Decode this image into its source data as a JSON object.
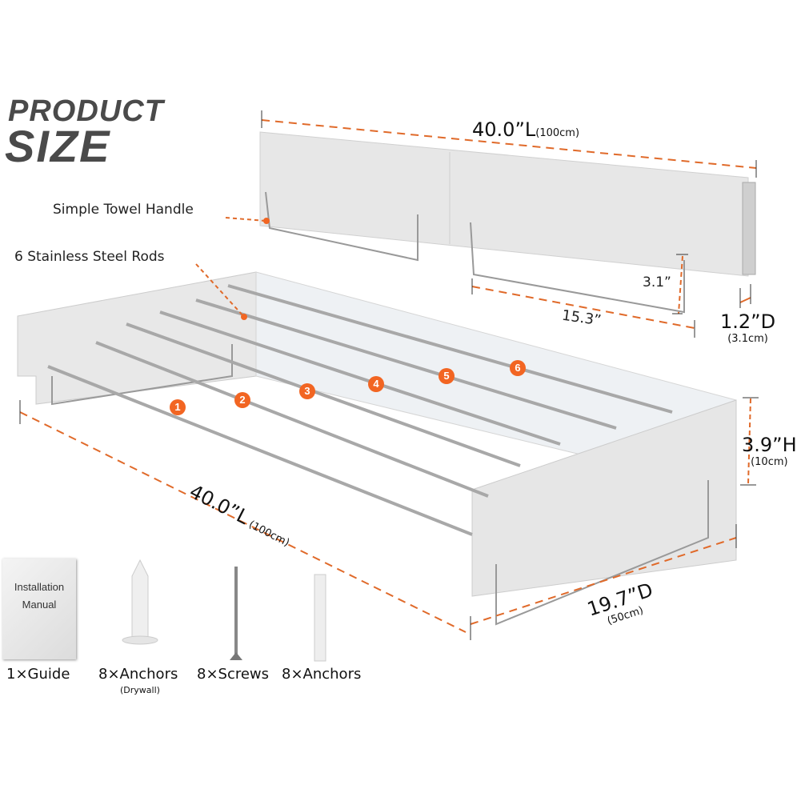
{
  "header": {
    "line1": "PRODUCT",
    "line2": "SIZE"
  },
  "callouts": {
    "towel_handle": "Simple Towel Handle",
    "rods": "6 Stainless Steel Rods"
  },
  "dimensions": {
    "folded_length": {
      "value": "40.0”L",
      "metric": "(100cm)"
    },
    "handle_height": {
      "value": "3.1”"
    },
    "handle_width": {
      "value": "15.3”"
    },
    "folded_depth": {
      "value": "1.2”D",
      "metric": "(3.1cm)"
    },
    "height": {
      "value": "3.9”H",
      "metric": "(10cm)"
    },
    "open_length": {
      "value": "40.0”L",
      "metric": "(100cm)"
    },
    "open_depth": {
      "value": "19.7”D",
      "metric": "(50cm)"
    }
  },
  "rod_numbers": [
    "1",
    "2",
    "3",
    "4",
    "5",
    "6"
  ],
  "accessories": [
    {
      "label": "1×Guide",
      "sub": "",
      "icon": "manual"
    },
    {
      "label": "8×Anchors",
      "sub": "(Drywall)",
      "icon": "drywall-anchor"
    },
    {
      "label": "8×Screws",
      "sub": "",
      "icon": "screw"
    },
    {
      "label": "8×Anchors",
      "sub": "",
      "icon": "plastic-anchor"
    }
  ],
  "manual": {
    "line1": "Installation",
    "line2": "Manual"
  },
  "colors": {
    "accent": "#f26522",
    "panel": "#e6e6e6",
    "title": "#4a4a4a"
  }
}
